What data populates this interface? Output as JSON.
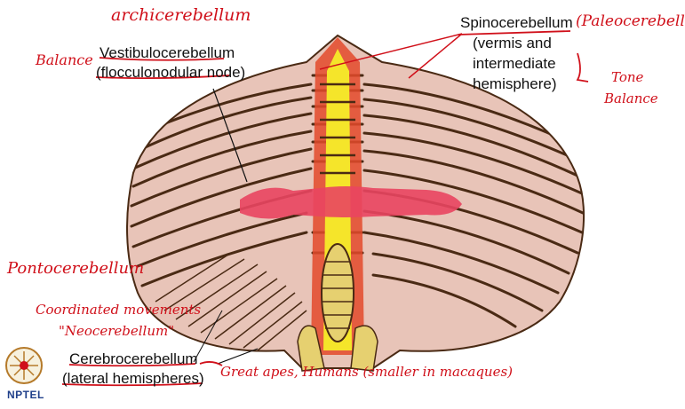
{
  "labels": {
    "spinocerebellum": "Spinocerebellum",
    "spinocerebellum_sub1": "(vermis and",
    "spinocerebellum_sub2": "intermediate",
    "spinocerebellum_sub3": "hemisphere)",
    "vestibulocerebellum": "Vestibulocerebellum",
    "vestibulocerebellum_sub": "(flocculonodular node)",
    "cerebrocerebellum": "Cerebrocerebellum",
    "cerebrocerebellum_sub": "(lateral hemispheres)"
  },
  "handwritten": {
    "archicerebellum": "archicerebellum",
    "balance_left": "Balance",
    "paleocerebellum": "(Paleocerebellum",
    "tone": "Tone",
    "balance_right": "Balance",
    "pontocerebellum": "Pontocerebellum",
    "coordinated": "Coordinated movements",
    "neocerebellum": "\"Neocerebellum\"",
    "great_apes": "Great apes, Humans (smaller in macaques)"
  },
  "logo": {
    "text": "NPTEL"
  },
  "colors": {
    "tissue": "#e8c4b8",
    "folia": "#4a2a14",
    "vermis_band": "#e34a2a",
    "vermis_core": "#f5e52a",
    "nodule": "#e94560",
    "annotation": "#d0101a"
  }
}
